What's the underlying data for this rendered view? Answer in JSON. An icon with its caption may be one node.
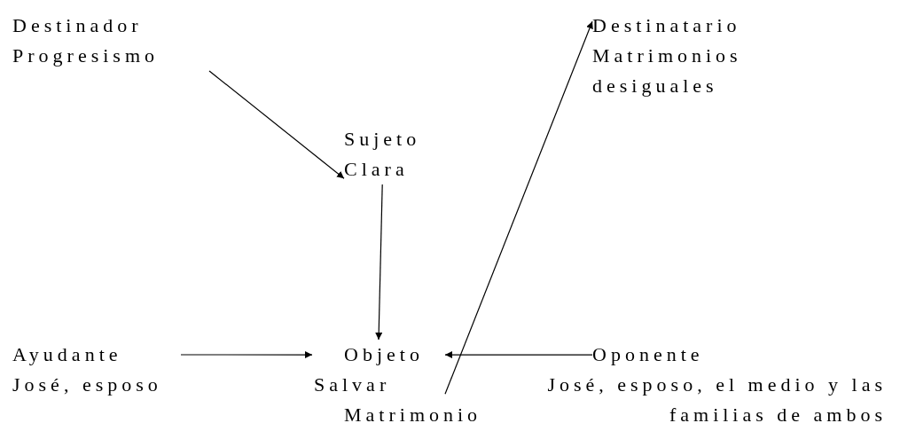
{
  "diagram": {
    "nodes": [
      {
        "text": [
          "Destinador",
          "Progresismo"
        ]
      },
      {
        "text": [
          "Sujeto",
          "Clara"
        ]
      },
      {
        "text": [
          "Destinatario",
          "Matrimonios desiguales"
        ]
      },
      {
        "text": [
          "Ayudante",
          "José, esposo"
        ]
      },
      {
        "text": [
          "Objeto",
          "Salvar Matrimonio"
        ]
      },
      {
        "text": [
          "Oponente",
          "José, esposo, el medio y las familias de ambos"
        ]
      }
    ],
    "edges": [
      {
        "from": 0,
        "to": 1,
        "arrow": "to"
      },
      {
        "from": 1,
        "to": 4,
        "arrow": "to"
      },
      {
        "from": 4,
        "to": 2,
        "arrow": "to"
      },
      {
        "from": 3,
        "to": 4,
        "arrow": "to"
      },
      {
        "from": 5,
        "to": 4,
        "arrow": "to"
      }
    ]
  }
}
